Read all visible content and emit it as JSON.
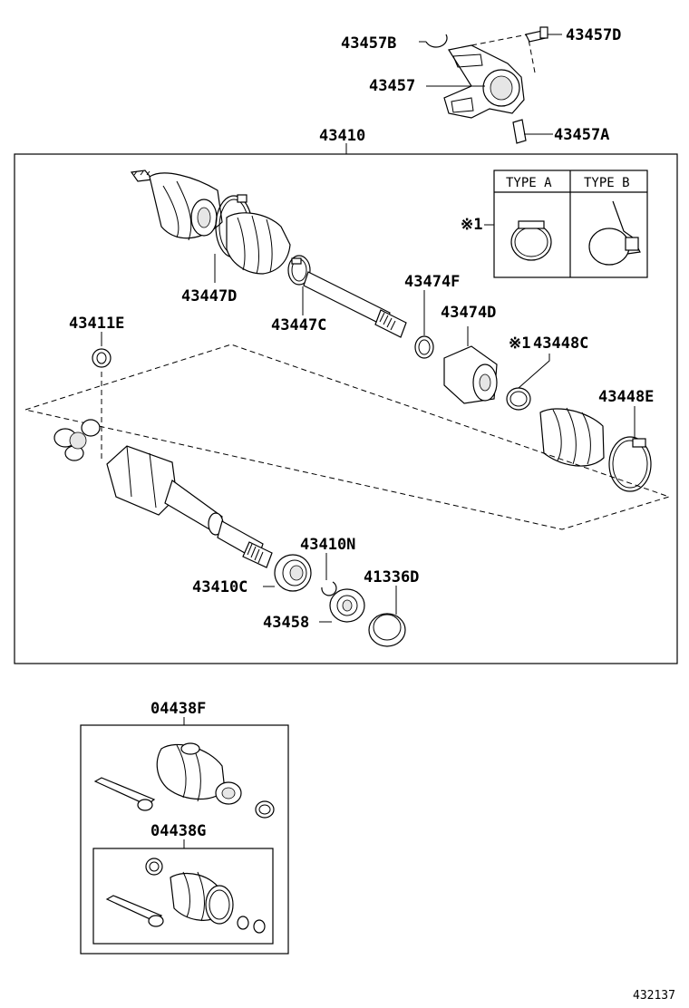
{
  "labels": {
    "p43457B": "43457B",
    "p43457D": "43457D",
    "p43457": "43457",
    "p43457A": "43457A",
    "p43410": "43410",
    "p43447D": "43447D",
    "p43447C": "43447C",
    "p43474F": "43474F",
    "p43474D": "43474D",
    "p43448C": "43448C",
    "p43448E": "43448E",
    "p43411E": "43411E",
    "p43410N": "43410N",
    "p43410C": "43410C",
    "p41336D": "41336D",
    "p43458": "43458",
    "p04438F": "04438F",
    "p04438G": "04438G"
  },
  "note_mark": "※1",
  "note_mark_short": "※1",
  "type_table": {
    "type_a": "TYPE A",
    "type_b": "TYPE B"
  },
  "figure_ref": "432137"
}
